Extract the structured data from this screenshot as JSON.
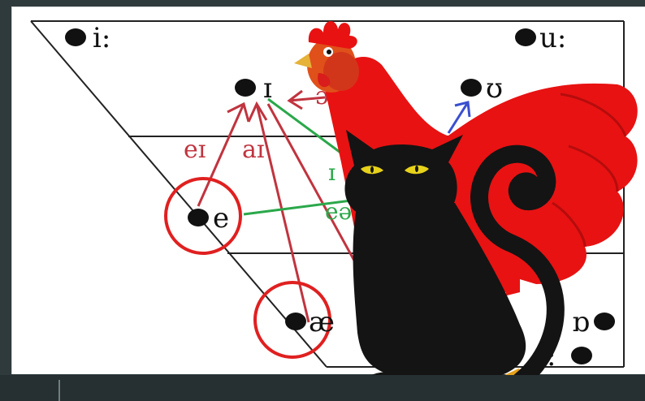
{
  "vowels": {
    "i_long": "i:",
    "u_long": "u:",
    "i_short": "ɪ",
    "u_short": "ʊ",
    "e": "e",
    "ae": "æ",
    "o_short": "ɒ",
    "o_long": "ɔ:"
  },
  "diphthongs": {
    "ei": "eɪ",
    "ai": "aɪ",
    "oi": "ɔ",
    "ie": "ɪ",
    "ea": "eə"
  },
  "colors": {
    "red_arrow": "#c0343f",
    "green_line": "#2aa84a",
    "blue_arrow": "#3a4fd0",
    "circle": "#e02020",
    "rooster_red": "#e81212",
    "cat": "#141414"
  },
  "icons": [
    "rooster-illustration",
    "black-cat-illustration"
  ]
}
